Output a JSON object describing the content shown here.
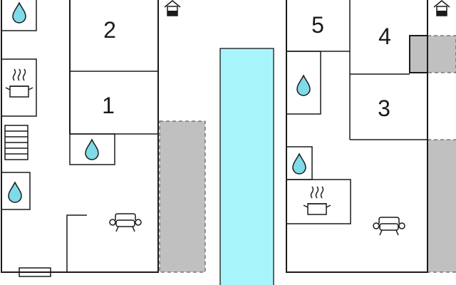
{
  "colors": {
    "pool": "#a8f4fb",
    "terrace": "#c0c0c0",
    "water_drop": "#7fdbe8",
    "wall": "#1a1a1a"
  },
  "units": [
    {
      "rooms": [
        {
          "id": "room-2",
          "number": "2"
        },
        {
          "id": "room-1",
          "number": "1"
        }
      ],
      "icons": [
        "house-icon",
        "bathroom-icon",
        "bathroom-icon",
        "bathroom-icon",
        "kitchen-icon",
        "stairs-icon",
        "sofa-icon",
        "window-icon"
      ]
    },
    {
      "rooms": [
        {
          "id": "room-5",
          "number": "5"
        },
        {
          "id": "room-4",
          "number": "4"
        },
        {
          "id": "room-3",
          "number": "3"
        }
      ],
      "icons": [
        "house-icon",
        "bathroom-icon",
        "bathroom-icon",
        "kitchen-icon",
        "sofa-icon"
      ]
    }
  ]
}
